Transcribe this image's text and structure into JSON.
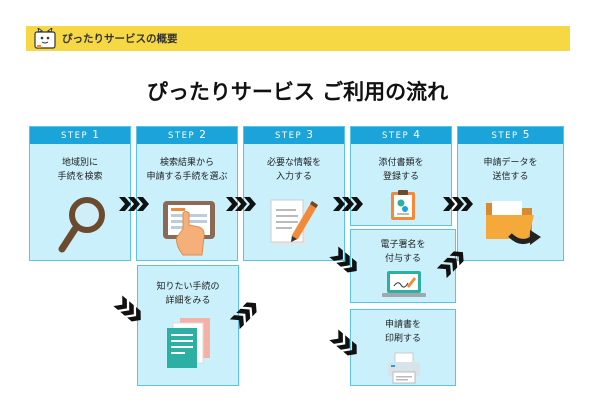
{
  "header": {
    "title": "ぴったりサービスの概要"
  },
  "main": {
    "title": "ぴったりサービス ご利用の流れ"
  },
  "steps": [
    {
      "label": "STEP",
      "num": "1",
      "line1": "地域別に",
      "line2": "手続を検索",
      "icon": "magnifier-icon"
    },
    {
      "label": "STEP",
      "num": "2",
      "line1": "検索結果から",
      "line2": "申請する手続を選ぶ",
      "icon": "tablet-tap-icon"
    },
    {
      "label": "STEP",
      "num": "3",
      "line1": "必要な情報を",
      "line2": "入力する",
      "icon": "document-pen-icon"
    },
    {
      "label": "STEP",
      "num": "4",
      "line1": "添付書類を",
      "line2": "登録する",
      "icon": "clipboard-icon"
    },
    {
      "label": "STEP",
      "num": "5",
      "line1": "申請データを",
      "line2": "送信する",
      "icon": "folder-send-icon"
    }
  ],
  "sub": {
    "details": {
      "line1": "知りたい手続の",
      "line2": "詳細をみる",
      "icon": "papers-icon"
    },
    "signature": {
      "line1": "電子署名を",
      "line2": "付与する",
      "icon": "laptop-sign-icon"
    },
    "print": {
      "line1": "申請書を",
      "line2": "印刷する",
      "icon": "printer-icon"
    }
  },
  "colors": {
    "header_bg": "#f5d843",
    "step_head": "#1aa4d9",
    "card_bg": "#c9f0fb",
    "card_border": "#5bc3e6"
  }
}
